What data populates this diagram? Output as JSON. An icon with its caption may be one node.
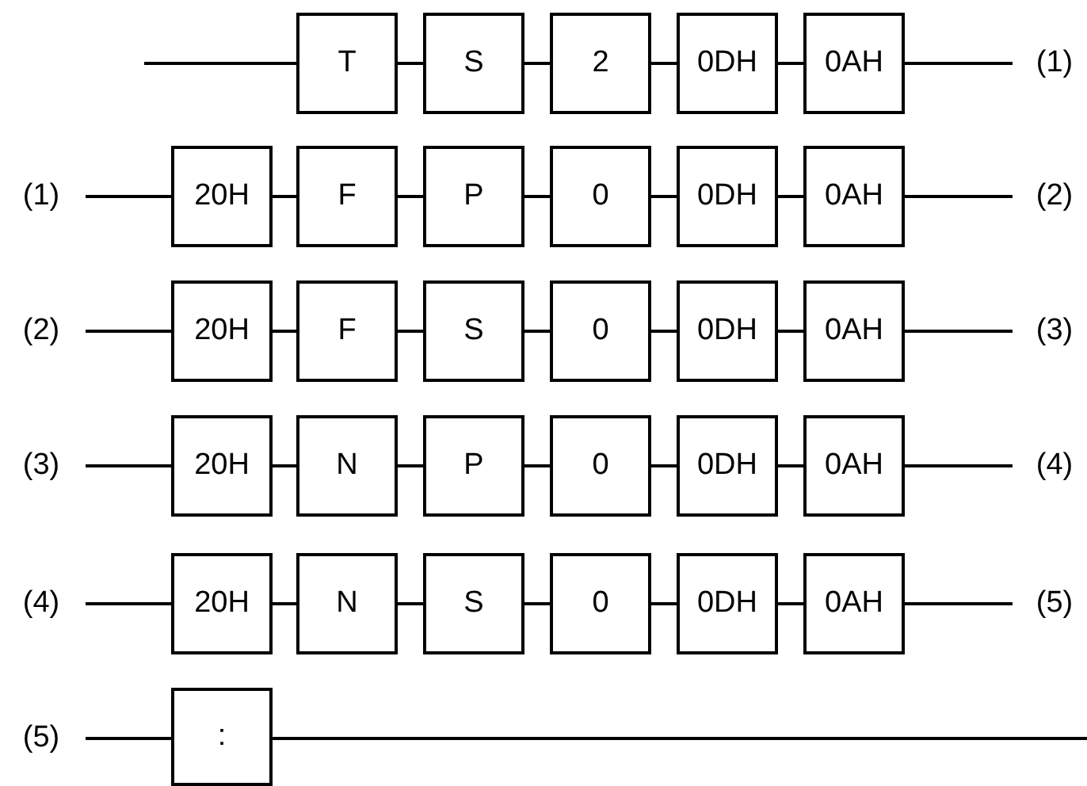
{
  "diagram": {
    "nodes": [
      {
        "text": [
          "T"
        ]
      },
      {
        "text": [
          "S"
        ]
      },
      {
        "text": [
          "2"
        ]
      },
      {
        "text": [
          "0DH"
        ]
      },
      {
        "text": [
          "0AH"
        ]
      },
      {
        "text": [
          "(1)"
        ]
      },
      {
        "text": [
          "(1)"
        ]
      },
      {
        "text": [
          "20H"
        ]
      },
      {
        "text": [
          "F"
        ]
      },
      {
        "text": [
          "P"
        ]
      },
      {
        "text": [
          "0"
        ]
      },
      {
        "text": [
          "0DH"
        ]
      },
      {
        "text": [
          "0AH"
        ]
      },
      {
        "text": [
          "(2)"
        ]
      },
      {
        "text": [
          "(2)"
        ]
      },
      {
        "text": [
          "20H"
        ]
      },
      {
        "text": [
          "F"
        ]
      },
      {
        "text": [
          "S"
        ]
      },
      {
        "text": [
          "0"
        ]
      },
      {
        "text": [
          "0DH"
        ]
      },
      {
        "text": [
          "0AH"
        ]
      },
      {
        "text": [
          "(3)"
        ]
      },
      {
        "text": [
          "(3)"
        ]
      },
      {
        "text": [
          "20H"
        ]
      },
      {
        "text": [
          "N"
        ]
      },
      {
        "text": [
          "P"
        ]
      },
      {
        "text": [
          "0"
        ]
      },
      {
        "text": [
          "0DH"
        ]
      },
      {
        "text": [
          "0AH"
        ]
      },
      {
        "text": [
          "(4)"
        ]
      },
      {
        "text": [
          "(4)"
        ]
      },
      {
        "text": [
          "20H"
        ]
      },
      {
        "text": [
          "N"
        ]
      },
      {
        "text": [
          "S"
        ]
      },
      {
        "text": [
          "0"
        ]
      },
      {
        "text": [
          "0DH"
        ]
      },
      {
        "text": [
          "0AH"
        ]
      },
      {
        "text": [
          "(5)"
        ]
      },
      {
        "text": [
          "(5)"
        ]
      },
      {
        "text": [
          ":"
        ]
      }
    ],
    "edges": [
      {
        "from": null,
        "to": 0,
        "arrow": "none"
      },
      {
        "from": 0,
        "to": 1,
        "arrow": "none"
      },
      {
        "from": 1,
        "to": 2,
        "arrow": "none"
      },
      {
        "from": 2,
        "to": 3,
        "arrow": "none"
      },
      {
        "from": 3,
        "to": 4,
        "arrow": "none"
      },
      {
        "from": 4,
        "to": 5,
        "arrow": "none"
      },
      {
        "from": 6,
        "to": 7,
        "arrow": "none"
      },
      {
        "from": 7,
        "to": 8,
        "arrow": "none"
      },
      {
        "from": 8,
        "to": 9,
        "arrow": "none"
      },
      {
        "from": 9,
        "to": 10,
        "arrow": "none"
      },
      {
        "from": 10,
        "to": 11,
        "arrow": "none"
      },
      {
        "from": 11,
        "to": 12,
        "arrow": "none"
      },
      {
        "from": 12,
        "to": 13,
        "arrow": "none"
      },
      {
        "from": 14,
        "to": 15,
        "arrow": "none"
      },
      {
        "from": 15,
        "to": 16,
        "arrow": "none"
      },
      {
        "from": 16,
        "to": 17,
        "arrow": "none"
      },
      {
        "from": 17,
        "to": 18,
        "arrow": "none"
      },
      {
        "from": 18,
        "to": 19,
        "arrow": "none"
      },
      {
        "from": 19,
        "to": 20,
        "arrow": "none"
      },
      {
        "from": 20,
        "to": 21,
        "arrow": "none"
      },
      {
        "from": 22,
        "to": 23,
        "arrow": "none"
      },
      {
        "from": 23,
        "to": 24,
        "arrow": "none"
      },
      {
        "from": 24,
        "to": 25,
        "arrow": "none"
      },
      {
        "from": 25,
        "to": 26,
        "arrow": "none"
      },
      {
        "from": 26,
        "to": 27,
        "arrow": "none"
      },
      {
        "from": 27,
        "to": 28,
        "arrow": "none"
      },
      {
        "from": 28,
        "to": 29,
        "arrow": "none"
      },
      {
        "from": 30,
        "to": 31,
        "arrow": "none"
      },
      {
        "from": 31,
        "to": 32,
        "arrow": "none"
      },
      {
        "from": 32,
        "to": 33,
        "arrow": "none"
      },
      {
        "from": 33,
        "to": 34,
        "arrow": "none"
      },
      {
        "from": 34,
        "to": 35,
        "arrow": "none"
      },
      {
        "from": 35,
        "to": 36,
        "arrow": "none"
      },
      {
        "from": 36,
        "to": 37,
        "arrow": "none"
      },
      {
        "from": 38,
        "to": 39,
        "arrow": "none"
      },
      {
        "from": 39,
        "to": null,
        "arrow": "none"
      }
    ]
  }
}
